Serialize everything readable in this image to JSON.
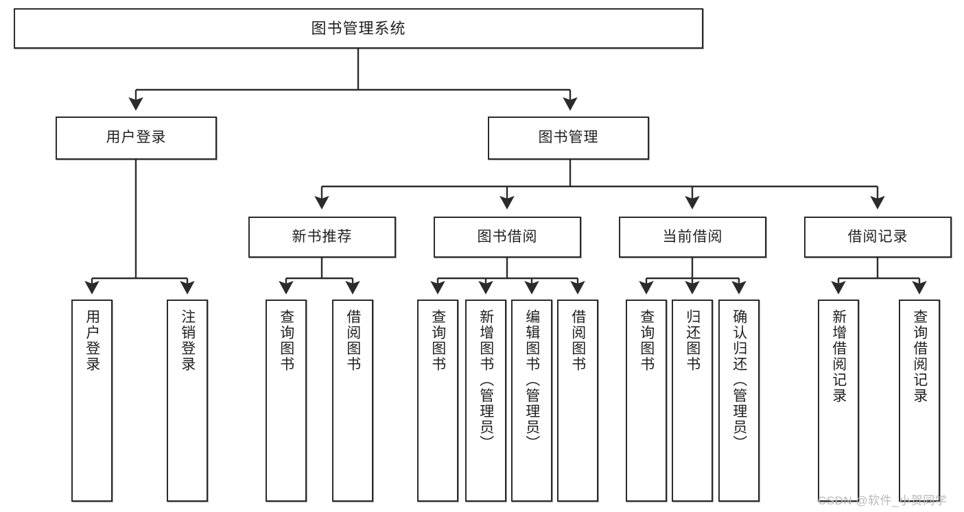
{
  "diagram": {
    "title": "图书管理系统",
    "type": "tree",
    "colors": {
      "box_border": "#2b2b2b",
      "box_fill": "#ffffff",
      "edge": "#2b2b2b",
      "background": "#ffffff",
      "watermark": "#b9b9b9"
    },
    "nodes": {
      "root": {
        "label": "图书管理系统"
      },
      "level2": [
        {
          "id": "user-login",
          "label": "用户登录"
        },
        {
          "id": "book-manage",
          "label": "图书管理"
        }
      ],
      "level3": [
        {
          "id": "new-book-recommend",
          "label": "新书推荐"
        },
        {
          "id": "book-borrow",
          "label": "图书借阅"
        },
        {
          "id": "current-borrow",
          "label": "当前借阅"
        },
        {
          "id": "borrow-record",
          "label": "借阅记录"
        }
      ],
      "leaves": {
        "user-login": [
          {
            "id": "leaf-user-login",
            "label": "用户登录"
          },
          {
            "id": "leaf-logout-login",
            "label": "注销登录"
          }
        ],
        "new-book-recommend": [
          {
            "id": "leaf-query-book-1",
            "label": "查询图书"
          },
          {
            "id": "leaf-borrow-book-1",
            "label": "借阅图书"
          }
        ],
        "book-borrow": [
          {
            "id": "leaf-query-book-2",
            "label": "查询图书"
          },
          {
            "id": "leaf-add-book-admin",
            "label": "新增图书（管理员）"
          },
          {
            "id": "leaf-edit-book-admin",
            "label": "编辑图书（管理员）"
          },
          {
            "id": "leaf-borrow-book-2",
            "label": "借阅图书"
          }
        ],
        "current-borrow": [
          {
            "id": "leaf-query-book-3",
            "label": "查询图书"
          },
          {
            "id": "leaf-return-book",
            "label": "归还图书"
          },
          {
            "id": "leaf-confirm-return-admin",
            "label": "确认归还（管理员）"
          }
        ],
        "borrow-record": [
          {
            "id": "leaf-add-borrow-record",
            "label": "新增借阅记录"
          },
          {
            "id": "leaf-query-borrow-record",
            "label": "查询借阅记录"
          }
        ]
      }
    },
    "watermark": "CSDN @软件_小贺同学"
  }
}
